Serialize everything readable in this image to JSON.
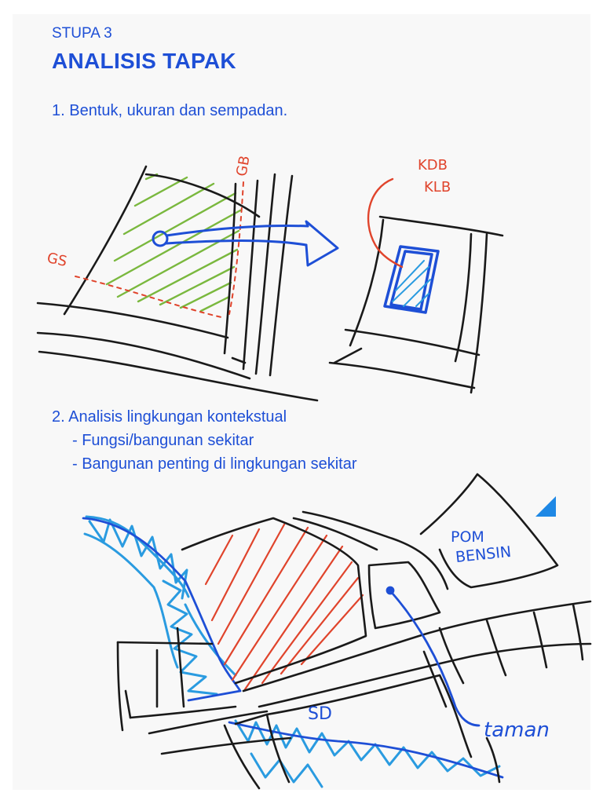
{
  "header": {
    "kicker": "STUPA 3",
    "title": "ANALISIS TAPAK"
  },
  "section1": {
    "heading": "1. Bentuk, ukuran dan sempadan."
  },
  "section2": {
    "heading": "2. Analisis lingkungan kontekstual",
    "bullets": [
      "- Fungsi/bangunan sekitar",
      "- Bangunan penting di lingkungan sekitar"
    ]
  },
  "sketch1": {
    "labels": [
      "GB",
      "GS",
      "KDB",
      "KLB"
    ]
  },
  "sketch2": {
    "labels": [
      "POM",
      "BENSIN",
      "SD",
      "taman"
    ]
  },
  "colors": {
    "accent": "#1e4fd6",
    "red": "#e0442c",
    "green": "#7ab83e",
    "river": "#2a9be0",
    "ink": "#1a1a1a"
  }
}
